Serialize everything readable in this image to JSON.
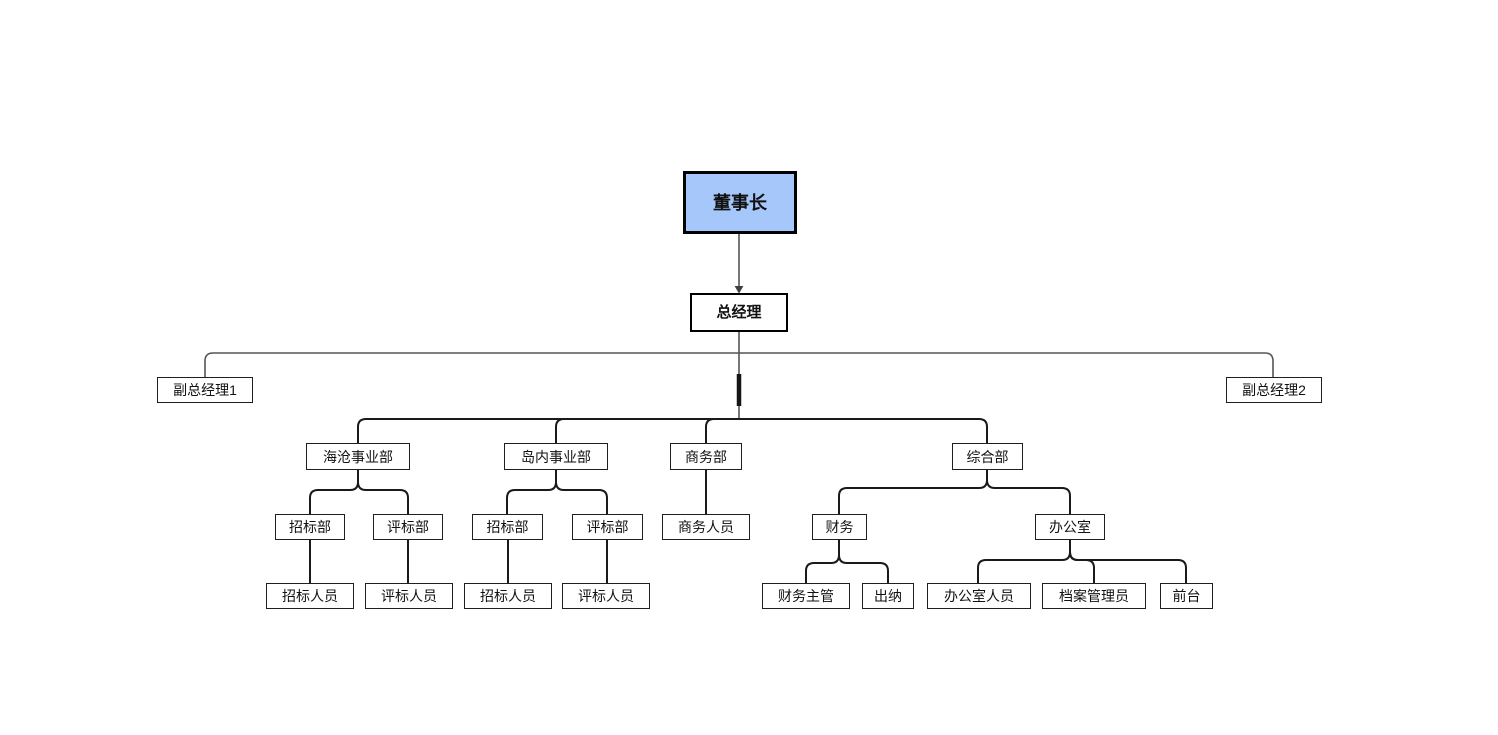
{
  "diagram": {
    "type": "org-chart",
    "colors": {
      "root_fill": "#a6c7fa",
      "box_border": "#1f1f1f",
      "upper_line": "#555555",
      "tree_line": "#1a1a1a",
      "background": "#ffffff"
    },
    "nodes": [
      {
        "id": "chairman",
        "label": "董事长",
        "parent": null
      },
      {
        "id": "general-manager",
        "label": "总经理",
        "parent": "chairman"
      },
      {
        "id": "deputy-gm-1",
        "label": "副总经理1",
        "parent": "general-manager"
      },
      {
        "id": "deputy-gm-2",
        "label": "副总经理2",
        "parent": "general-manager"
      },
      {
        "id": "haicang-division",
        "label": "海沧事业部",
        "parent": "general-manager"
      },
      {
        "id": "daonei-division",
        "label": "岛内事业部",
        "parent": "general-manager"
      },
      {
        "id": "business-dept",
        "label": "商务部",
        "parent": "general-manager"
      },
      {
        "id": "general-affairs",
        "label": "综合部",
        "parent": "general-manager"
      },
      {
        "id": "hc-bidding-dept",
        "label": "招标部",
        "parent": "haicang-division"
      },
      {
        "id": "hc-evaluation-dept",
        "label": "评标部",
        "parent": "haicang-division"
      },
      {
        "id": "dn-bidding-dept",
        "label": "招标部",
        "parent": "daonei-division"
      },
      {
        "id": "dn-evaluation-dept",
        "label": "评标部",
        "parent": "daonei-division"
      },
      {
        "id": "business-staff",
        "label": "商务人员",
        "parent": "business-dept"
      },
      {
        "id": "finance",
        "label": "财务",
        "parent": "general-affairs"
      },
      {
        "id": "office",
        "label": "办公室",
        "parent": "general-affairs"
      },
      {
        "id": "hc-bidding-staff",
        "label": "招标人员",
        "parent": "hc-bidding-dept"
      },
      {
        "id": "hc-evaluation-staff",
        "label": "评标人员",
        "parent": "hc-evaluation-dept"
      },
      {
        "id": "dn-bidding-staff",
        "label": "招标人员",
        "parent": "dn-bidding-dept"
      },
      {
        "id": "dn-evaluation-staff",
        "label": "评标人员",
        "parent": "dn-evaluation-dept"
      },
      {
        "id": "finance-supervisor",
        "label": "财务主管",
        "parent": "finance"
      },
      {
        "id": "cashier",
        "label": "出纳",
        "parent": "finance"
      },
      {
        "id": "office-staff",
        "label": "办公室人员",
        "parent": "office"
      },
      {
        "id": "archive-manager",
        "label": "档案管理员",
        "parent": "office"
      },
      {
        "id": "front-desk",
        "label": "前台",
        "parent": "office"
      }
    ]
  }
}
